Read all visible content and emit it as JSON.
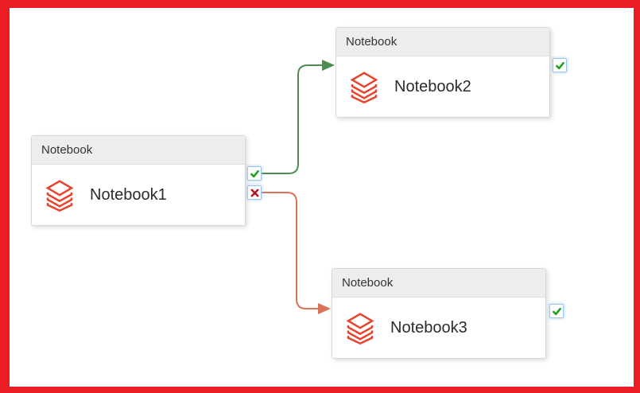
{
  "diagram": {
    "kind": "pipeline-activity-flow",
    "nodes": [
      {
        "type_label": "Notebook",
        "name": "Notebook1",
        "icon": "databricks-stack-icon",
        "ports": [
          {
            "kind": "success",
            "icon": "check-icon"
          },
          {
            "kind": "failure",
            "icon": "cross-icon"
          }
        ]
      },
      {
        "type_label": "Notebook",
        "name": "Notebook2",
        "icon": "databricks-stack-icon",
        "ports": [
          {
            "kind": "success",
            "icon": "check-icon"
          }
        ]
      },
      {
        "type_label": "Notebook",
        "name": "Notebook3",
        "icon": "databricks-stack-icon",
        "ports": [
          {
            "kind": "success",
            "icon": "check-icon"
          }
        ]
      }
    ],
    "edges": [
      {
        "from": "Notebook1",
        "from_port": "success",
        "to": "Notebook2",
        "color": "#4F8C50",
        "style": "rounded-elbow-arrow"
      },
      {
        "from": "Notebook1",
        "from_port": "failure",
        "to": "Notebook3",
        "color": "#DB7257",
        "style": "rounded-elbow-arrow"
      }
    ],
    "colors": {
      "frame_red": "#EC1C24",
      "canvas_bg": "#FFFFFF",
      "node_header_bg": "#EDEDED",
      "node_border": "#D6D6D6",
      "header_text": "#333333",
      "title_text": "#2B2B2B",
      "icon_red": "#E8432D",
      "check_green": "#1CA01C",
      "cross_red": "#B2161D",
      "badge_border_blue": "#9FC6E8"
    }
  }
}
